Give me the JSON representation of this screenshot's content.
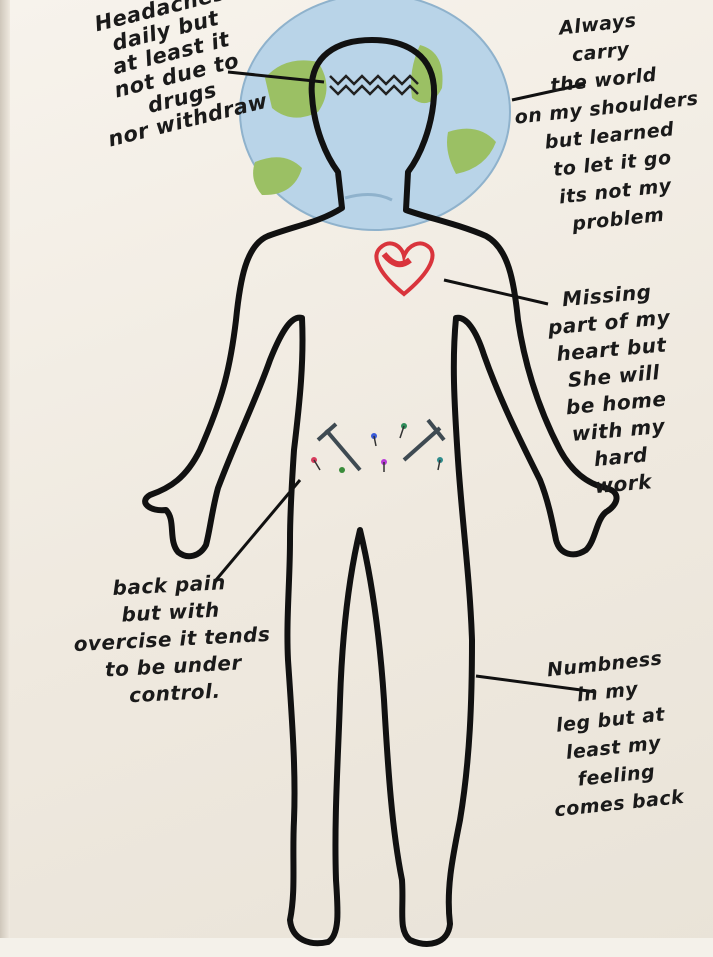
{
  "annotations": {
    "headaches": "Headaches\ndaily but\nat least it\nnot due to\ndrugs\nnor withdraw",
    "world": "Always\ncarry\nthe world\non my shoulders\nbut learned\nto let it go\nits not my\nproblem",
    "heart": "Missing\npart of my\nheart but\nShe will\nbe home\nwith my\nhard\nwork",
    "back_pain": "back pain\nbut with\novercise it tends\nto be under\ncontrol.",
    "numbness": "Numbness\nin my\nleg but at\nleast my\nfeeling\ncomes back"
  },
  "colors": {
    "paper": "#efe9df",
    "ink": "#111111",
    "globe_water": "#b9d4e8",
    "globe_land": "#9bc064",
    "heart": "#d9343c",
    "dagger": "#3e4a52"
  }
}
